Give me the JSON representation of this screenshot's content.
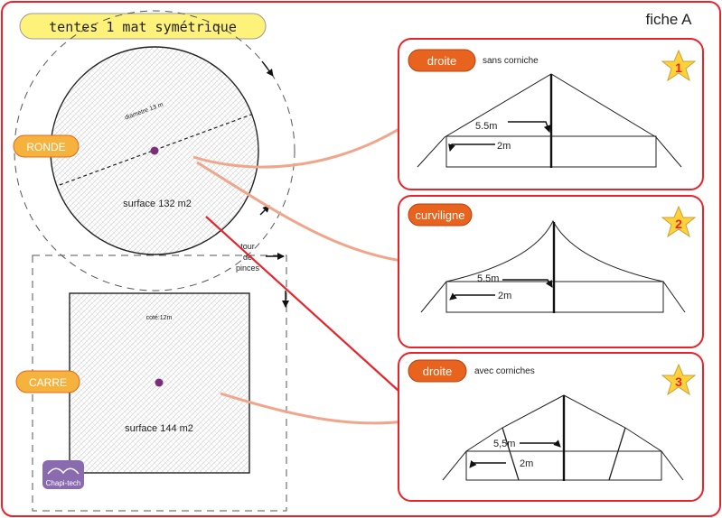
{
  "sheet": {
    "title": "tentes 1 mat symétrique",
    "sheet_label": "fiche A",
    "tour_label_lines": [
      "tour",
      "de",
      "pinces"
    ]
  },
  "round_tent": {
    "tag": "RONDE",
    "diameter_label": "diametre 13 m",
    "surface_label": "surface 132 m2"
  },
  "square_tent": {
    "tag": "CARRE",
    "side_label": "coté:12m",
    "surface_label": "surface 144 m2"
  },
  "logo": {
    "text": "Chapi-tech"
  },
  "profiles": [
    {
      "number": "1",
      "tag": "droite",
      "caption": "sans corniche",
      "height_label": "5.5m",
      "width_label": "2m"
    },
    {
      "number": "2",
      "tag": "curviligne",
      "caption": "",
      "height_label": "5.5m",
      "width_label": "2m"
    },
    {
      "number": "3",
      "tag": "droite",
      "caption": "avec corniches",
      "height_label": "5,5m",
      "width_label": "2m"
    }
  ],
  "colors": {
    "frame_red": "#e8232a",
    "pill_yellow": "#fff27a",
    "tag_orange": "#f5b23c",
    "pill_orange": "#e8641e",
    "arrow_salmon": "#f0a68a",
    "arrow_red": "#e8232a",
    "dot_purple": "#7a2f7a",
    "star_yellow": "#ffd23a"
  }
}
